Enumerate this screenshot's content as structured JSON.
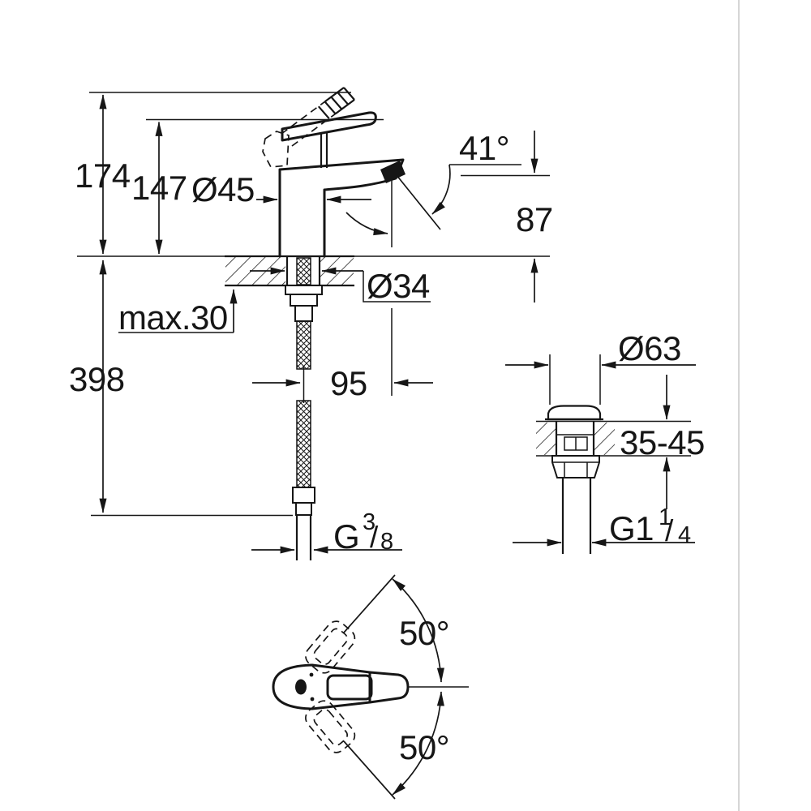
{
  "drawing": {
    "type": "faucet installation technical drawing",
    "line_color": "#161616",
    "background": "#ffffff",
    "divider_color": "#c9c9c9",
    "main_view": {
      "total_height": "174",
      "handle_height": "147",
      "body_diameter": "Ø45",
      "spout_angle": "41°",
      "spout_outlet_height": "87",
      "mounting_hole_diameter": "Ø34",
      "max_deck_thickness": "max.30",
      "hose_length": "398",
      "spout_reach": "95",
      "supply_thread": {
        "prefix": "G",
        "numerator": "3",
        "slash": "/",
        "denominator": "8"
      }
    },
    "drain_view": {
      "flange_diameter": "Ø63",
      "deck_thickness_range": "35-45",
      "waste_thread": {
        "prefix": "G1",
        "numerator": "1",
        "slash": "/",
        "denominator": "4"
      }
    },
    "top_view": {
      "swivel_angle_upper": "50°",
      "swivel_angle_lower": "50°"
    }
  }
}
